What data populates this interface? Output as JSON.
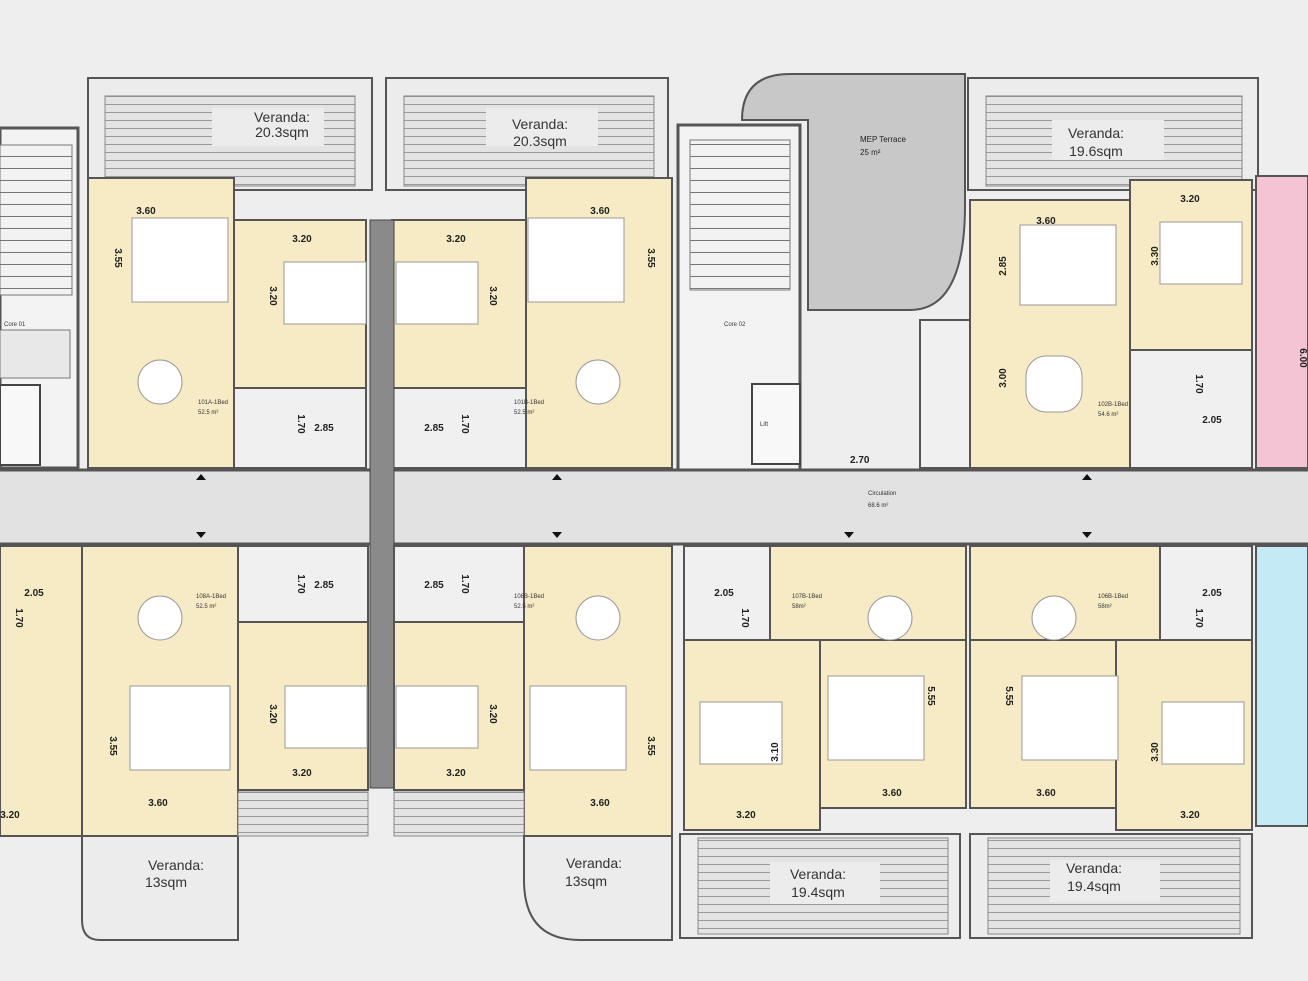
{
  "colors": {
    "background": "#eeeeee",
    "apartment": "#f6ebc4",
    "veranda": "#e0e0e0",
    "wall": "#555555",
    "wall_dark": "#2f2f2f",
    "terrace": "#c8c8c8",
    "corridor": "#e2e2e2",
    "neighbor_pink": "#f5c4d4",
    "neighbor_blue": "#c4eaf5"
  },
  "verandas": {
    "v1": {
      "title": "Veranda:",
      "area": "20.3sqm"
    },
    "v2": {
      "title": "Veranda:",
      "area": "20.3sqm"
    },
    "v3": {
      "title": "Veranda:",
      "area": "19.6sqm"
    },
    "v4": {
      "title": "Veranda:",
      "area": "13sqm"
    },
    "v5": {
      "title": "Veranda:",
      "area": "13sqm"
    },
    "v6": {
      "title": "Veranda:",
      "area": "19.4sqm"
    },
    "v7": {
      "title": "Veranda:",
      "area": "19.4sqm"
    }
  },
  "mep_terrace": {
    "title": "MEP Terrace",
    "area": "25 m²"
  },
  "cores": {
    "core1": "Core 01",
    "core2": "Core 02",
    "lift": "Lift"
  },
  "circulation": {
    "title": "Circulation",
    "area": "68.6 m²",
    "width": "2.70"
  },
  "units": {
    "u101a": {
      "name": "101A-1Bed",
      "area": "52.5 m²"
    },
    "u101b": {
      "name": "101B-1Bed",
      "area": "52.5 m²"
    },
    "u102b": {
      "name": "102B-1Bed",
      "area": "54.6 m²"
    },
    "u108a": {
      "name": "108A-1Bed",
      "area": "52.5 m²"
    },
    "u108b": {
      "name": "108B-1Bed",
      "area": "52.5 m²"
    },
    "u107b": {
      "name": "107B-1Bed",
      "area": "58m²"
    },
    "u106b": {
      "name": "106B-1Bed",
      "area": "58m²"
    }
  },
  "dims": {
    "d360": "3.60",
    "d355": "3.55",
    "d320": "3.20",
    "d205": "2.05",
    "d170": "1.70",
    "d285": "2.85",
    "d330": "3.30",
    "d300": "3.00",
    "d310": "3.10",
    "d555": "5.55",
    "d600": "6.00"
  }
}
